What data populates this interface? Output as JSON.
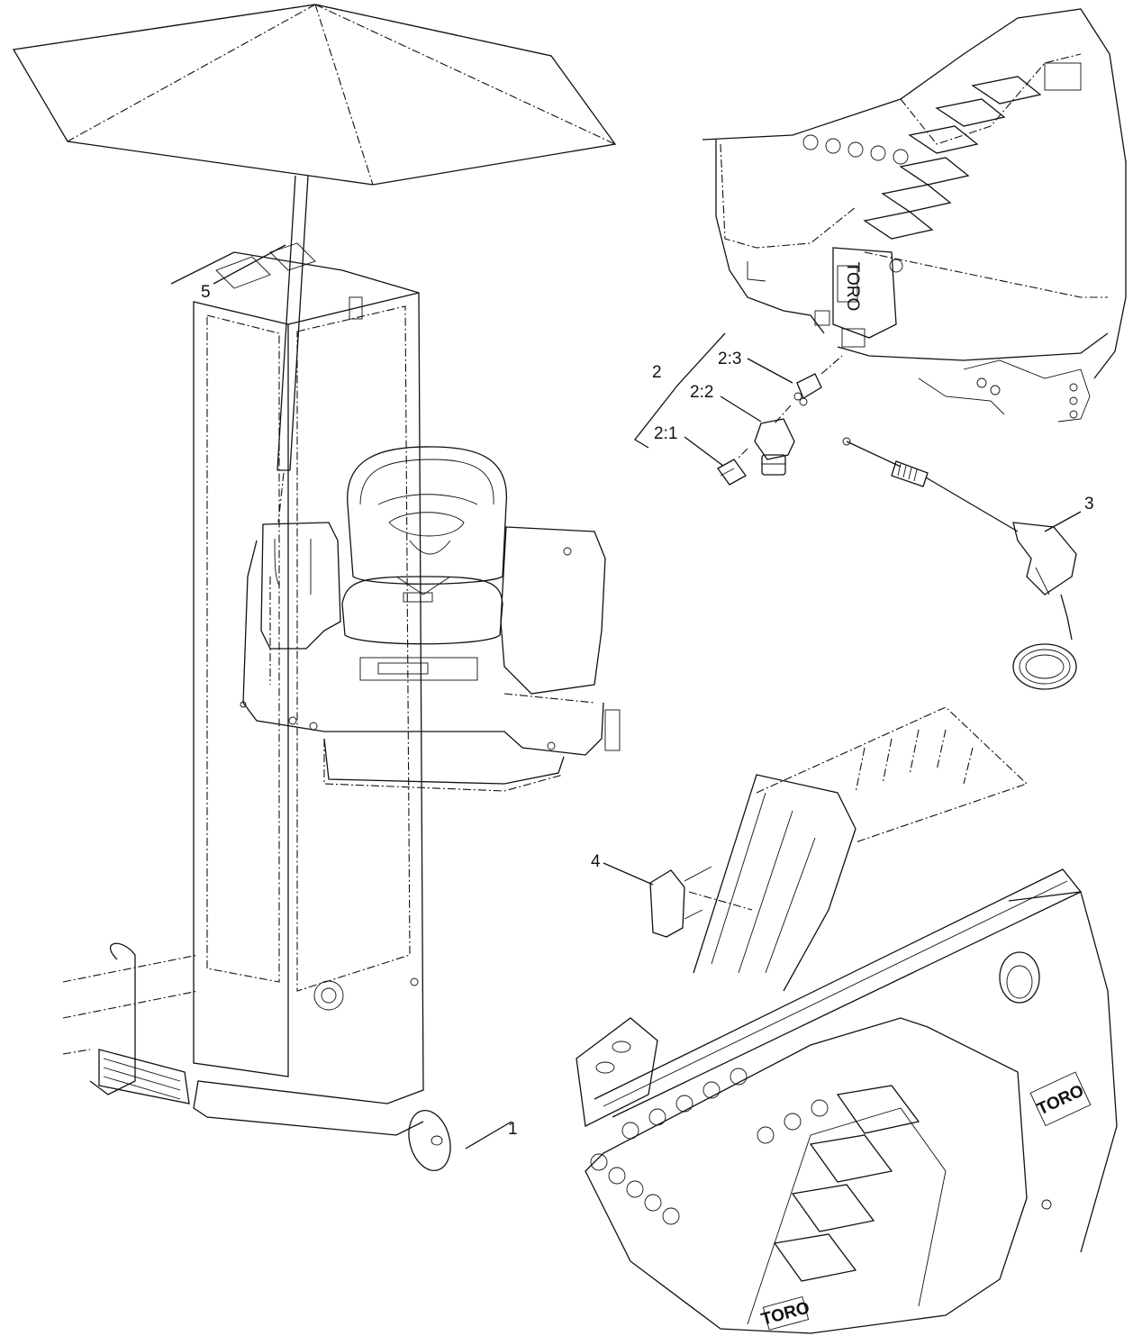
{
  "callouts": {
    "c1": "1",
    "c2": "2",
    "c2_1": "2:1",
    "c2_2": "2:2",
    "c2_3": "2:3",
    "c3": "3",
    "c4": "4",
    "c5": "5"
  },
  "logos": {
    "logo_cab": "TORO",
    "logo_tank": "TORO",
    "logo_tank_lower": "TORO"
  }
}
